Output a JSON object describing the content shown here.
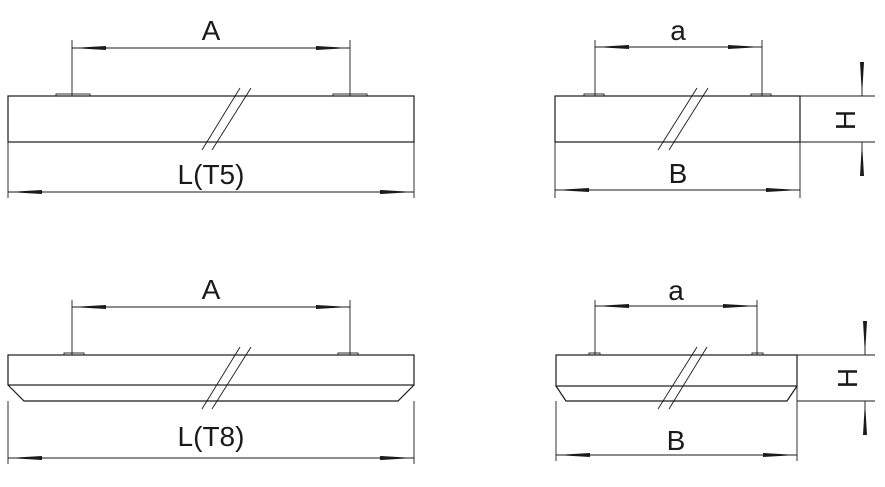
{
  "diagrams": {
    "t5_side": {
      "label_length": "L(T5)",
      "label_spacing": "A"
    },
    "t5_end": {
      "label_width": "B",
      "label_spacing": "a",
      "label_height": "H"
    },
    "t8_side": {
      "label_length": "L(T8)",
      "label_spacing": "A"
    },
    "t8_end": {
      "label_width": "B",
      "label_spacing": "a",
      "label_height": "H"
    }
  }
}
